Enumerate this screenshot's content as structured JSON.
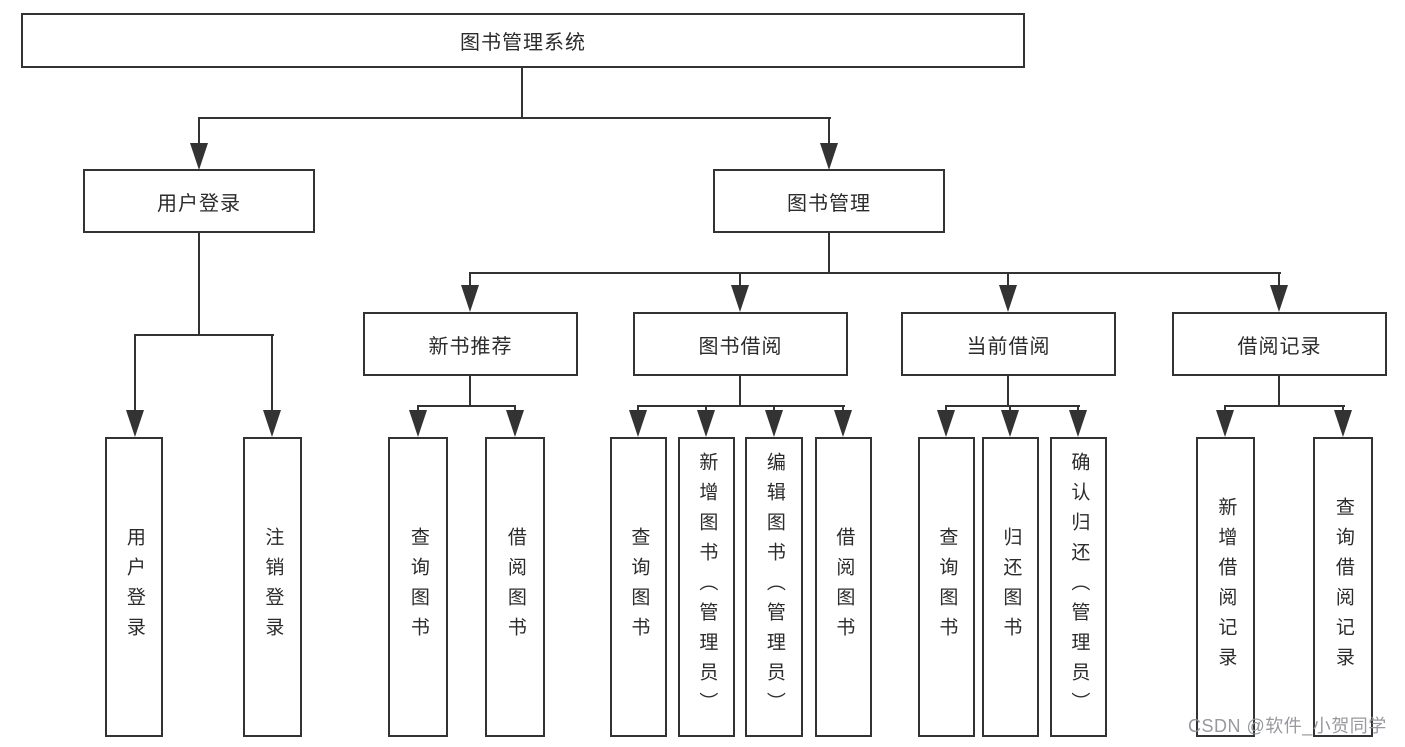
{
  "title": "图书管理系统",
  "watermark": "CSDN @软件_小贺同学",
  "colors": {
    "line": "#333333",
    "text": "#2b2b2b",
    "background": "#ffffff",
    "watermark": "#919399"
  },
  "nodes": {
    "root": "图书管理系统",
    "user_login": "用户登录",
    "book_mgmt": "图书管理",
    "new_book_rec": "新书推荐",
    "book_borrow": "图书借阅",
    "current_borrow": "当前借阅",
    "borrow_records": "借阅记录",
    "leaf_user_login": "用户登录",
    "leaf_logout": "注销登录",
    "leaf_rec_query_book": "查询图书",
    "leaf_rec_borrow_book": "借阅图书",
    "leaf_bb_query_book": "查询图书",
    "leaf_bb_add_book": "新增图书（管理员）",
    "leaf_bb_edit_book": "编辑图书（管理员）",
    "leaf_bb_borrow_book": "借阅图书",
    "leaf_cb_query_book": "查询图书",
    "leaf_cb_return_book": "归还图书",
    "leaf_cb_confirm_return": "确认归还（管理员）",
    "leaf_br_add_record": "新增借阅记录",
    "leaf_br_query_record": "查询借阅记录"
  },
  "hierarchy": {
    "图书管理系统": [
      "用户登录",
      "图书管理"
    ],
    "用户登录": [
      "用户登录",
      "注销登录"
    ],
    "图书管理": [
      "新书推荐",
      "图书借阅",
      "当前借阅",
      "借阅记录"
    ],
    "新书推荐": [
      "查询图书",
      "借阅图书"
    ],
    "图书借阅": [
      "查询图书",
      "新增图书（管理员）",
      "编辑图书（管理员）",
      "借阅图书"
    ],
    "当前借阅": [
      "查询图书",
      "归还图书",
      "确认归还（管理员）"
    ],
    "借阅记录": [
      "新增借阅记录",
      "查询借阅记录"
    ]
  }
}
